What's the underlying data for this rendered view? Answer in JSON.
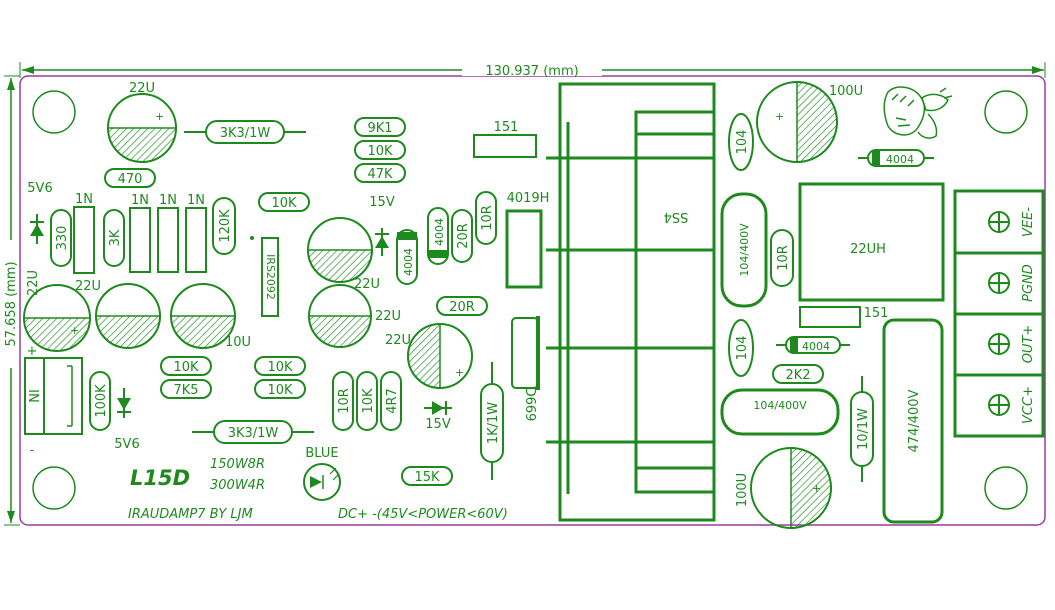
{
  "colors": {
    "ink": "#1e8a1e",
    "outline": "#9b3aa0",
    "bg": "#ffffff"
  },
  "dimensions": {
    "width": "130.937 (mm)",
    "height": "57.658 (mm)"
  },
  "title": {
    "model": "L15D",
    "power1": "150W8R",
    "power2": "300W4R",
    "author": "IRAUDAMP7 BY LJM",
    "supply": "DC+ -(45V<POWER<60V)"
  },
  "capacitors": {
    "c_22u_top": "22U",
    "c_22u_left": "22U",
    "c_22u_mid": "22U",
    "c_10u": "10U",
    "c_22u_c1": "22U",
    "c_22u_c2": "22U",
    "c_22u_c3": "22U",
    "c_100u_top": "100U",
    "c_100u_bot": "100U",
    "c_470": "470",
    "c_330": "330",
    "c_1n_a": "1N",
    "c_1n_b": "1N",
    "c_1n_c": "1N",
    "c_1n_d": "1N",
    "c_104_a": "104",
    "c_104_b": "104",
    "c_104_400_a": "104/400V",
    "c_104_400_b": "104/400V",
    "c_474_400": "474/400V",
    "c_151_a": "151",
    "c_151_b": "151"
  },
  "resistors": {
    "r_3k3_top": "3K3/1W",
    "r_3k3_bot": "3K3/1W",
    "r_9k1": "9K1",
    "r_10k_a": "10K",
    "r_47k": "47K",
    "r_10k_b": "10K",
    "r_3k": "3K",
    "r_120k": "120K",
    "r_10k_c": "10K",
    "r_7k5": "7K5",
    "r_10k_d": "10K",
    "r_10k_e": "10K",
    "r_100k": "100K",
    "r_10r_a": "10R",
    "r_10k_f": "10K",
    "r_4r7": "4R7",
    "r_20r_a": "20R",
    "r_20r_b": "20R",
    "r_10r_b": "10R",
    "r_10r_c": "10R",
    "r_1k_1w": "1K/1W",
    "r_2k2": "2K2",
    "r_15k": "15K",
    "r_10_1w": "10/1W"
  },
  "semis": {
    "ic": "IRS2092",
    "d_4004_a": "4004",
    "d_4004_b": "4004",
    "d_4004_c": "4004",
    "d_4004_d": "4004",
    "z_5v6_a": "5V6",
    "z_5v6_b": "5V6",
    "z_15v_a": "15V",
    "z_15v_b": "15V",
    "q_4019h": "4019H",
    "q_d669": "D669",
    "led": "BLUE",
    "heatsink": "SS4",
    "inductor": "22UH"
  },
  "connectors": {
    "in": "NI",
    "vee": "VEE-",
    "pgnd": "PGND",
    "out": "OUT+",
    "vcc": "VCC+",
    "plus": "+",
    "minus": "-"
  }
}
